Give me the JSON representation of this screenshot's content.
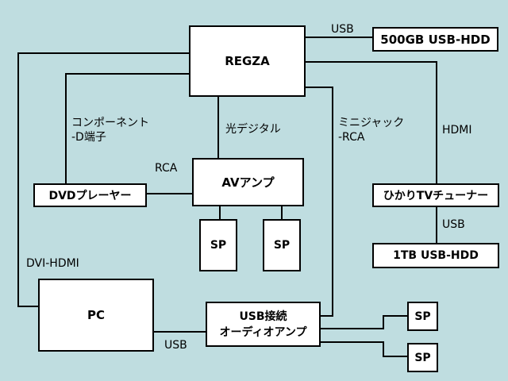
{
  "colors": {
    "background": "#bfdde0",
    "box_fill": "#ffffff",
    "line": "#000000"
  },
  "nodes": {
    "regza": "REGZA",
    "hdd500": "500GB USB-HDD",
    "avamp": "AVアンプ",
    "dvd": "DVDプレーヤー",
    "hikari": "ひかりTVチューナー",
    "hdd1tb": "1TB USB-HDD",
    "sp1": "SP",
    "sp2": "SP",
    "pc": "PC",
    "usbamp_line1": "USB接続",
    "usbamp_line2": "オーディオアンプ",
    "sp3": "SP",
    "sp4": "SP"
  },
  "labels": {
    "usb_top": "USB",
    "hdmi": "HDMI",
    "usb_right": "USB",
    "component_1": "コンポーネント",
    "component_2": "-D端子",
    "optical": "光デジタル",
    "minijack_1": "ミニジャック",
    "minijack_2": "-RCA",
    "rca": "RCA",
    "dvi_hdmi": "DVI-HDMI",
    "usb_bottom": "USB"
  }
}
